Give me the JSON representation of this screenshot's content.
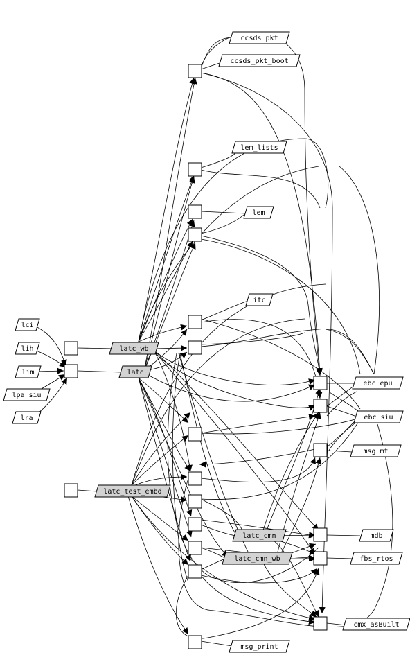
{
  "diagram": {
    "background": "#ffffff",
    "stroke_color": "#000000",
    "highlight_fill": "#d3d3d3",
    "nodes": [
      {
        "id": "lci",
        "label": "lci",
        "highlight": false
      },
      {
        "id": "lih",
        "label": "lih",
        "highlight": false
      },
      {
        "id": "lim",
        "label": "lim",
        "highlight": false
      },
      {
        "id": "lpa_siu",
        "label": "lpa_siu",
        "highlight": false
      },
      {
        "id": "lra",
        "label": "lra",
        "highlight": false
      },
      {
        "id": "latc_wb",
        "label": "latc_wb",
        "highlight": true
      },
      {
        "id": "latc",
        "label": "latc",
        "highlight": true
      },
      {
        "id": "latc_test_embd",
        "label": "latc_test_embd",
        "highlight": true
      },
      {
        "id": "ccsds_pkt",
        "label": "ccsds_pkt",
        "highlight": false
      },
      {
        "id": "ccsds_pkt_boot",
        "label": "ccsds_pkt_boot",
        "highlight": false
      },
      {
        "id": "lem_lists",
        "label": "lem_lists",
        "highlight": false
      },
      {
        "id": "lem",
        "label": "lem",
        "highlight": false
      },
      {
        "id": "itc",
        "label": "itc",
        "highlight": false
      },
      {
        "id": "ebc_epu",
        "label": "ebc_epu",
        "highlight": false
      },
      {
        "id": "ebc_siu",
        "label": "ebc_siu",
        "highlight": false
      },
      {
        "id": "msg_mt",
        "label": "msg_mt",
        "highlight": false
      },
      {
        "id": "latc_cmn",
        "label": "latc_cmn",
        "highlight": true
      },
      {
        "id": "latc_cmn_wb",
        "label": "latc_cmn_wb",
        "highlight": true
      },
      {
        "id": "mdb",
        "label": "mdb",
        "highlight": false
      },
      {
        "id": "fbs_rtos",
        "label": "fbs_rtos",
        "highlight": false
      },
      {
        "id": "cmx_asBuilt",
        "label": "cmx_asBuilt",
        "highlight": false
      },
      {
        "id": "msg_print",
        "label": "msg_print",
        "highlight": false
      }
    ]
  }
}
